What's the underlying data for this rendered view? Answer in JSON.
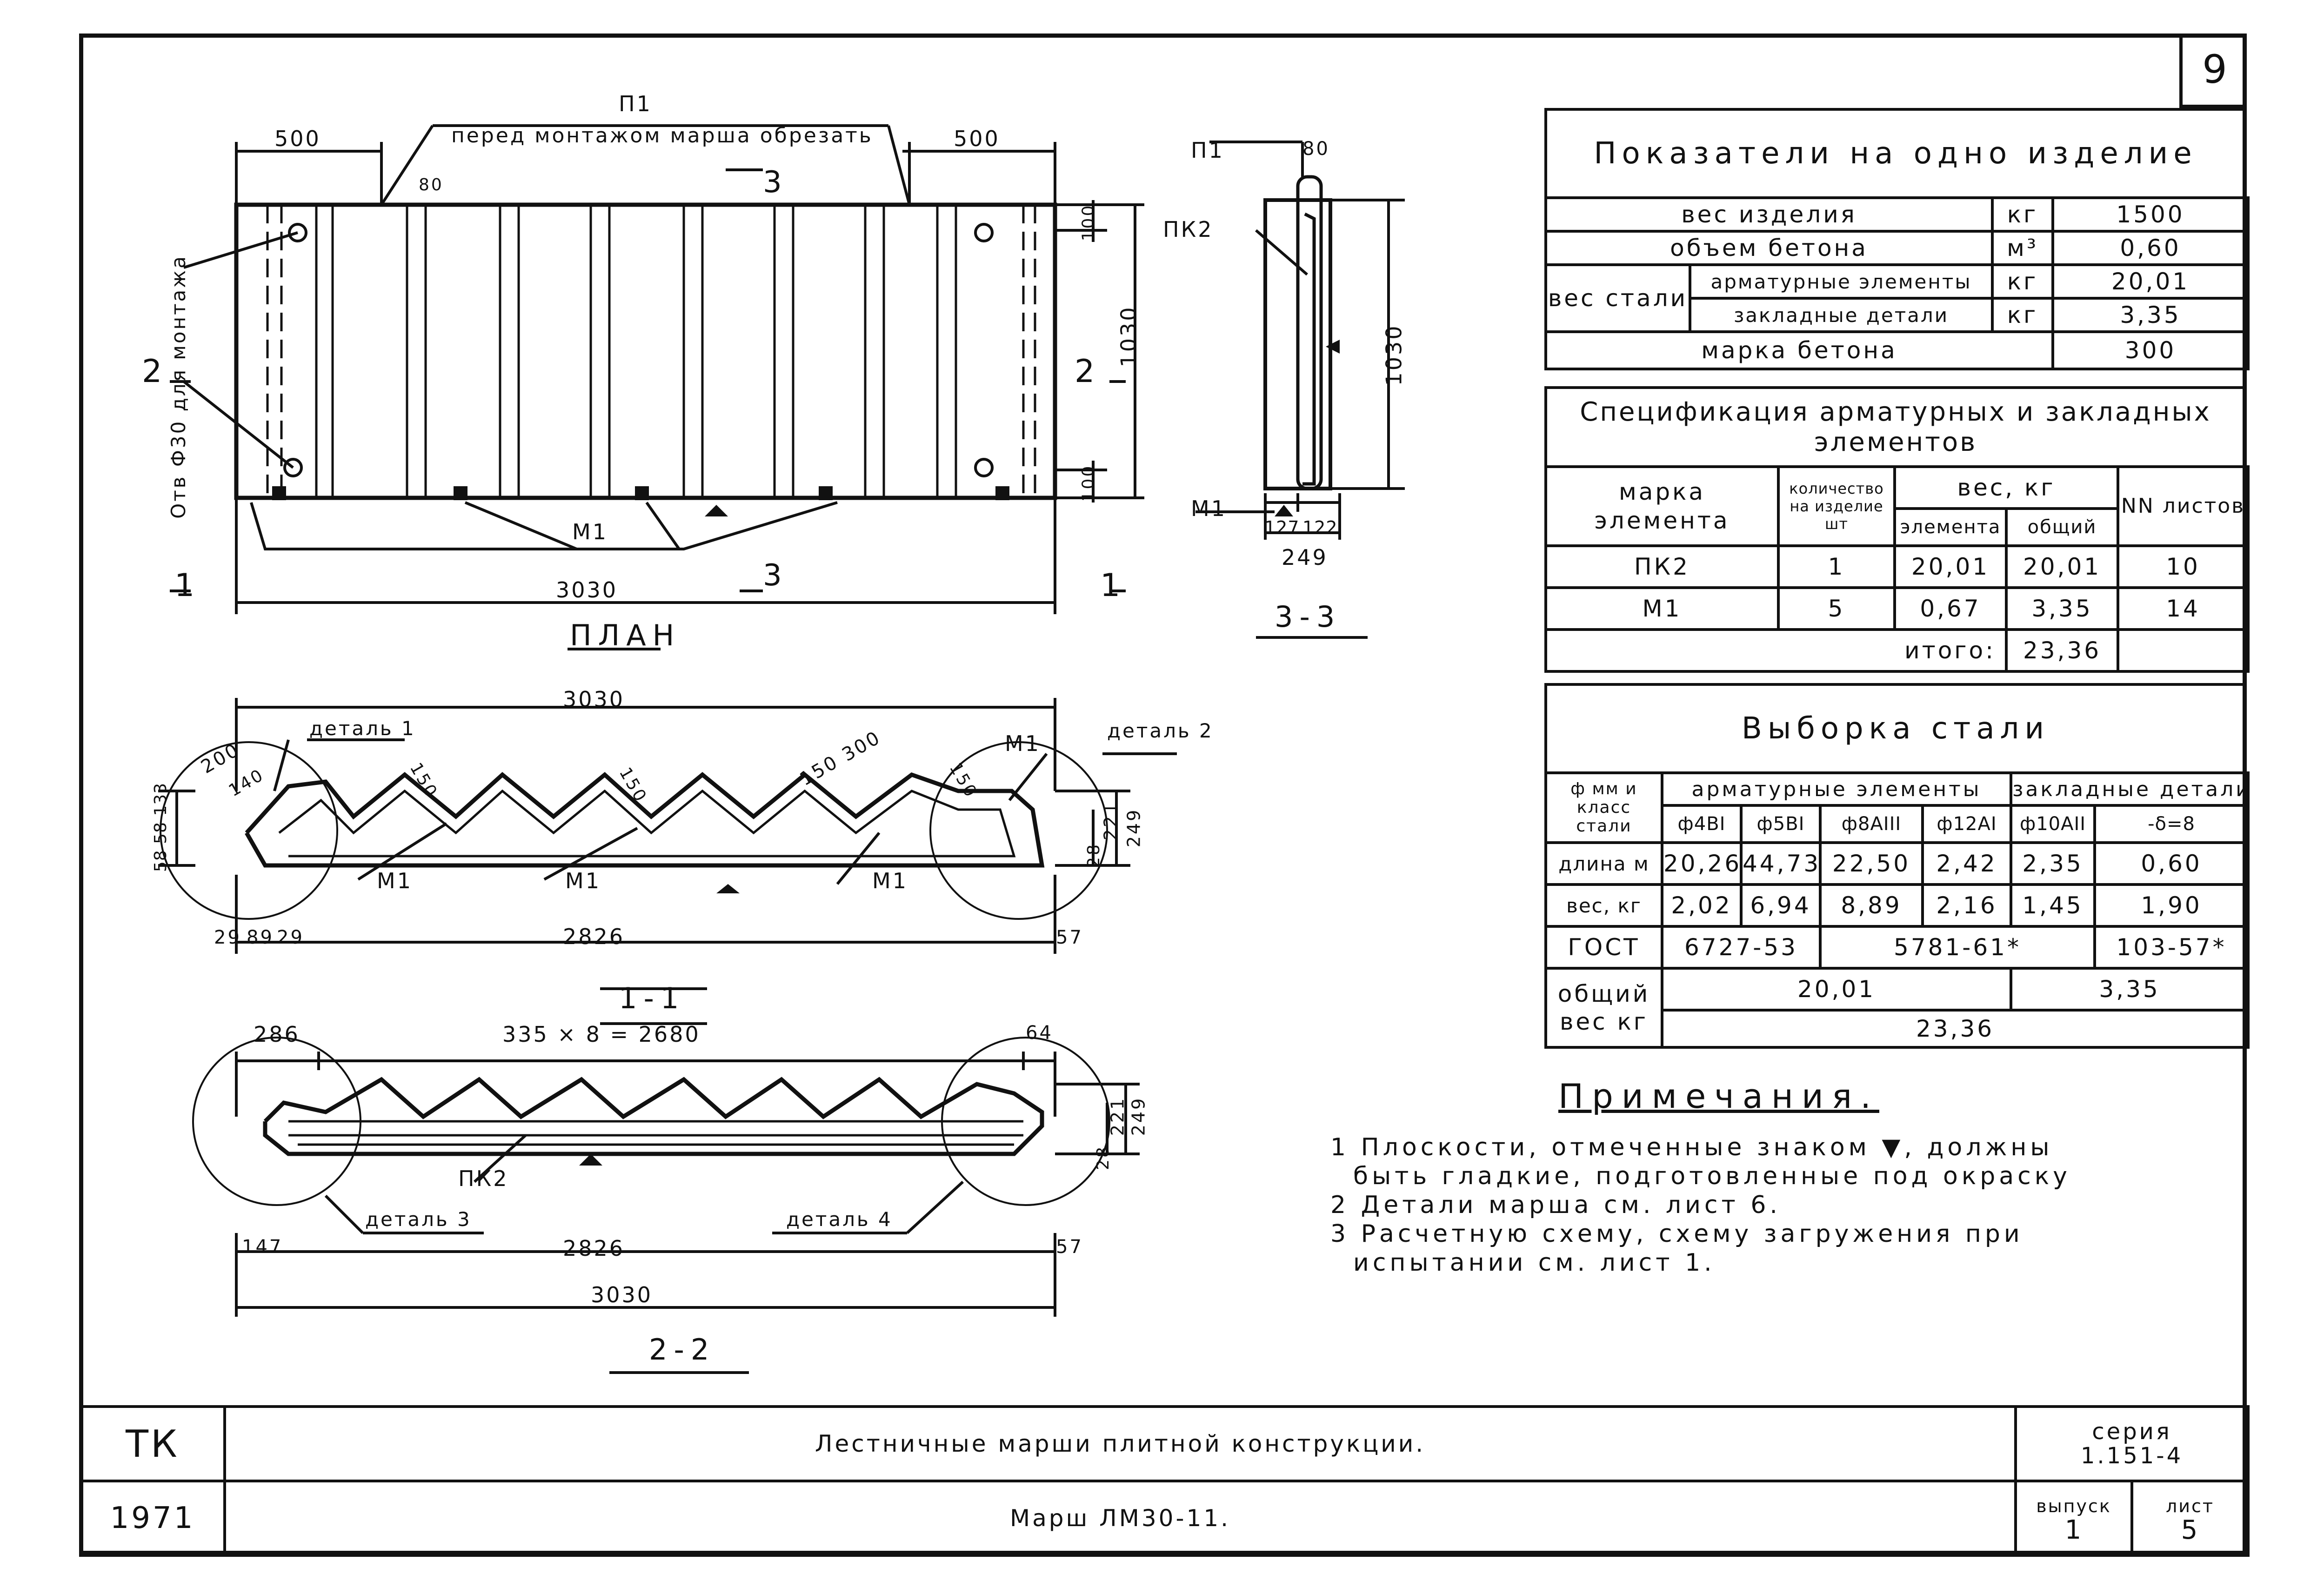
{
  "sheet_number": "9",
  "plan": {
    "dim_left": "500",
    "dim_right": "500",
    "label_p1": "П1",
    "note_cut": "перед монтажом марша обрезать",
    "dim_80": "80",
    "section_mark": "3",
    "section_mark_bottom": "3",
    "dim_100_top": "100",
    "dim_100_bottom": "100",
    "dim_1030": "1030",
    "mark_2_left": "2",
    "mark_2_right": "2",
    "mark_1_left": "1",
    "mark_1_right": "1",
    "hole_note": "Отв Ф30 для монтажа",
    "label_m1": "М1",
    "dim_3030": "3030",
    "title": "ПЛАН"
  },
  "section33": {
    "label_p1": "П1",
    "dim_80": "80",
    "label_pk2": "ПК2",
    "dim_1030": "1030",
    "label_m1": "М1",
    "dim_127": "127",
    "dim_122": "122",
    "dim_249": "249",
    "title": "3-3"
  },
  "section11": {
    "dim_3030": "3030",
    "detail1": "деталь 1",
    "detail2": "деталь 2",
    "dim_200": "200",
    "dim_140": "140",
    "dim_150a": "150",
    "dim_150b": "150",
    "dim_150_300": "150 300",
    "dim_150c": "150",
    "label_m1_top": "М1",
    "dim_left_stack": "58 58 133",
    "dim_28": "28",
    "dim_221": "221",
    "dim_249": "249",
    "label_m1_a": "М1",
    "label_m1_b": "М1",
    "label_m1_c": "М1",
    "dim_29a": "29",
    "dim_89": "89",
    "dim_29b": "29",
    "dim_2826": "2826",
    "dim_57": "57",
    "title": "1-1"
  },
  "section22": {
    "dim_286": "286",
    "dim_formula": "335 × 8 = 2680",
    "dim_64": "64",
    "dim_221": "221",
    "dim_249": "249",
    "dim_28": "28",
    "label_pk2": "ПК2",
    "detail3": "деталь 3",
    "detail4": "деталь 4",
    "dim_147": "147",
    "dim_2826": "2826",
    "dim_57": "57",
    "dim_3030": "3030",
    "title": "2-2"
  },
  "indicators": {
    "title": "Показатели на одно изделие",
    "rows": [
      {
        "name": "вес изделия",
        "unit": "кг",
        "value": "1500"
      },
      {
        "name": "объем бетона",
        "unit": "м³",
        "value": "0,60"
      }
    ],
    "steel_label": "вес стали",
    "steel_rows": [
      {
        "name": "арматурные элементы",
        "unit": "кг",
        "value": "20,01"
      },
      {
        "name": "закладные детали",
        "unit": "кг",
        "value": "3,35"
      }
    ],
    "concrete_name": "марка бетона",
    "concrete_value": "300"
  },
  "spec": {
    "title": "Спецификация арматурных и закладных элементов",
    "h_mark": "марка элемента",
    "h_qty": "количество на изделие шт",
    "h_weight": "вес, кг",
    "h_weight_el": "элемента",
    "h_weight_total": "общий",
    "h_sheets": "NN листов",
    "rows": [
      {
        "mark": "ПК2",
        "qty": "1",
        "el": "20,01",
        "total": "20,01",
        "sheet": "10"
      },
      {
        "mark": "М1",
        "qty": "5",
        "el": "0,67",
        "total": "3,35",
        "sheet": "14"
      }
    ],
    "itogo_label": "итого:",
    "itogo_value": "23,36"
  },
  "steel": {
    "title": "Выборка стали",
    "h_class": "ф мм и класс стали",
    "h_arm": "арматурные элементы",
    "h_zakl": "закладные детали",
    "cols": [
      "ф4ВI",
      "ф5ВI",
      "ф8АIII",
      "ф12АI",
      "ф10АII",
      "-δ=8"
    ],
    "row_len_label": "длина м",
    "row_len": [
      "20,26",
      "44,73",
      "22,50",
      "2,42",
      "2,35",
      "0,60"
    ],
    "row_w_label": "вес, кг",
    "row_w": [
      "2,02",
      "6,94",
      "8,89",
      "2,16",
      "1,45",
      "1,90"
    ],
    "gost_label": "ГОСТ",
    "gost_a": "6727-53",
    "gost_b": "5781-61*",
    "gost_c": "103-57*",
    "total_label": "общий вес кг",
    "total_arm": "20,01",
    "total_zakl": "3,35",
    "total_all": "23,36"
  },
  "notes": {
    "title": "Примечания.",
    "items": [
      "1 Плоскости, отмеченные знаком ▼, должны",
      "  быть гладкие, подготовленные под окраску",
      "2 Детали марша см. лист 6.",
      "3 Расчетную схему, схему загружения при",
      "  испытании см. лист 1."
    ]
  },
  "stamp": {
    "org": "ТК",
    "year": "1971",
    "title": "Лестничные марши плитной конструкции.",
    "subtitle": "Марш ЛМ30-11.",
    "series_label": "серия",
    "series_value": "1.151-4",
    "issue_label": "выпуск",
    "issue_value": "1",
    "sheet_label": "лист",
    "sheet_value": "5"
  }
}
